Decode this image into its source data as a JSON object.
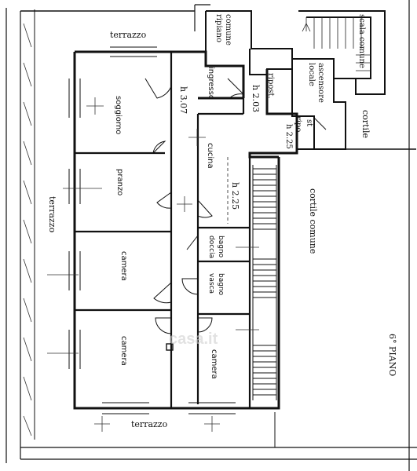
{
  "plan": {
    "floor": "6° PIANO",
    "watermark": "casa.it",
    "labels": {
      "terrazzo_top": "terrazzo",
      "terrazzo_left": "terrazzo",
      "terrazzo_bottom": "terrazzo",
      "ripiano_line1": "ripiano",
      "ripiano_line2": "comune",
      "scala_comune": "scala comune",
      "locale_line1": "locale",
      "locale_line2": "ascensore",
      "ingresso": "ingresso",
      "h_ingresso": "h 3.07",
      "ripost": "ripost.",
      "h_ripost": "h 2.03",
      "ripo_line1": "ripo",
      "ripo_line2": "st",
      "h_ripo": "h 2.25",
      "cortile": "cortile",
      "cortile_comune": "cortile comune",
      "soggiorno": "soggiorno",
      "pranzo": "pranzo",
      "cucina": "cucina",
      "h_cucina": "h 2.25",
      "bagno_doccia_1": "bagno",
      "bagno_doccia_2": "doccia",
      "bagno_vasca_1": "bagno",
      "bagno_vasca_2": "vasca",
      "camera_1": "camera",
      "camera_2": "camera",
      "camera_3": "camera"
    }
  }
}
